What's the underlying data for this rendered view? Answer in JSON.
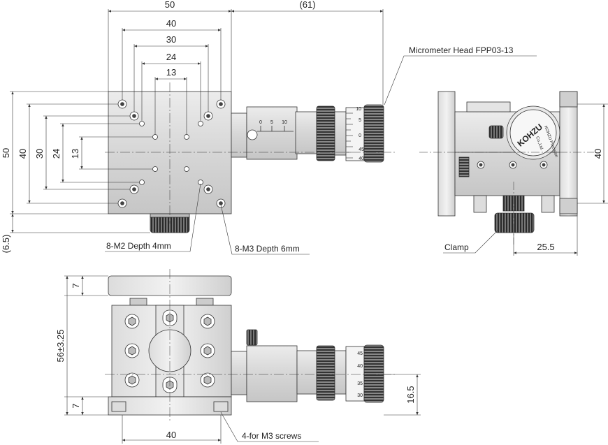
{
  "top_view": {
    "horizontal_dims": [
      "50",
      "40",
      "30",
      "24",
      "13"
    ],
    "micrometer_offset": "(61)",
    "vertical_dims": [
      "50",
      "40",
      "30",
      "24",
      "13"
    ],
    "clamp_offset": "(6.5)",
    "micrometer_scale": [
      "0",
      "5",
      "10"
    ],
    "drum_scale": [
      "10",
      "5",
      "0",
      "45",
      "40"
    ],
    "callouts": {
      "micrometer_head": "Micrometer Head FPP03-13",
      "m2_holes": "8-M2 Depth 4mm",
      "m3_holes": "8-M3 Depth 6mm"
    }
  },
  "side_view": {
    "height_dim": "40",
    "clamp_dim": "25.5",
    "clamp_label": "Clamp",
    "brand": "KOHZU",
    "brand_small_1": "KOHZU Precision",
    "brand_small_2": "Co.,Ltd."
  },
  "front_view": {
    "top_plate_dim": "7",
    "height_dim": "56±3.25",
    "base_dim": "7",
    "width_dim": "40",
    "center_height": "16.5",
    "drum_scale": [
      "45",
      "40",
      "35",
      "30"
    ],
    "screws_label": "4-for M3 screws"
  }
}
